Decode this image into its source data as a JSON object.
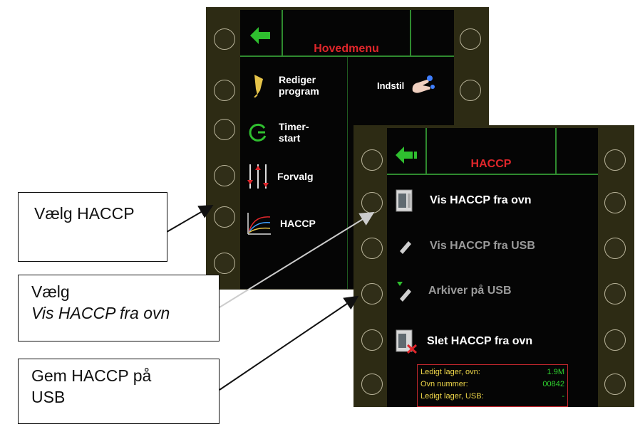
{
  "main_menu": {
    "title": "Hovedmenu",
    "items": [
      {
        "label1": "Rediger",
        "label2": "program",
        "icon": "pen-icon"
      },
      {
        "label1": "Timer-",
        "label2": "start",
        "icon": "timer-icon"
      },
      {
        "label1": "Forvalg",
        "label2": "",
        "icon": "sliders-icon"
      },
      {
        "label1": "HACCP",
        "label2": "",
        "icon": "graph-icon"
      }
    ],
    "right_item": "Indstil"
  },
  "haccp_menu": {
    "title": "HACCP",
    "items": [
      {
        "label": "Vis HACCP fra ovn",
        "enabled": true,
        "icon": "oven-icon"
      },
      {
        "label": "Vis HACCP fra USB",
        "enabled": false,
        "icon": "usb-icon"
      },
      {
        "label": "Arkiver på USB",
        "enabled": false,
        "icon": "usb-archive-icon"
      },
      {
        "label": "Slet HACCP fra ovn",
        "enabled": true,
        "icon": "oven-delete-icon"
      }
    ],
    "info": [
      {
        "label": "Ledigt lager, ovn:",
        "value": "1.9M"
      },
      {
        "label": "Ovn nummer:",
        "value": "00842"
      },
      {
        "label": "Ledigt lager, USB:",
        "value": "-"
      }
    ]
  },
  "callouts": {
    "c1": "Vælg HACCP",
    "c2_line1": "Vælg",
    "c2_line2": "Vis HACCP fra ovn",
    "c3_line1": "Gem HACCP på",
    "c3_line2": "USB"
  }
}
